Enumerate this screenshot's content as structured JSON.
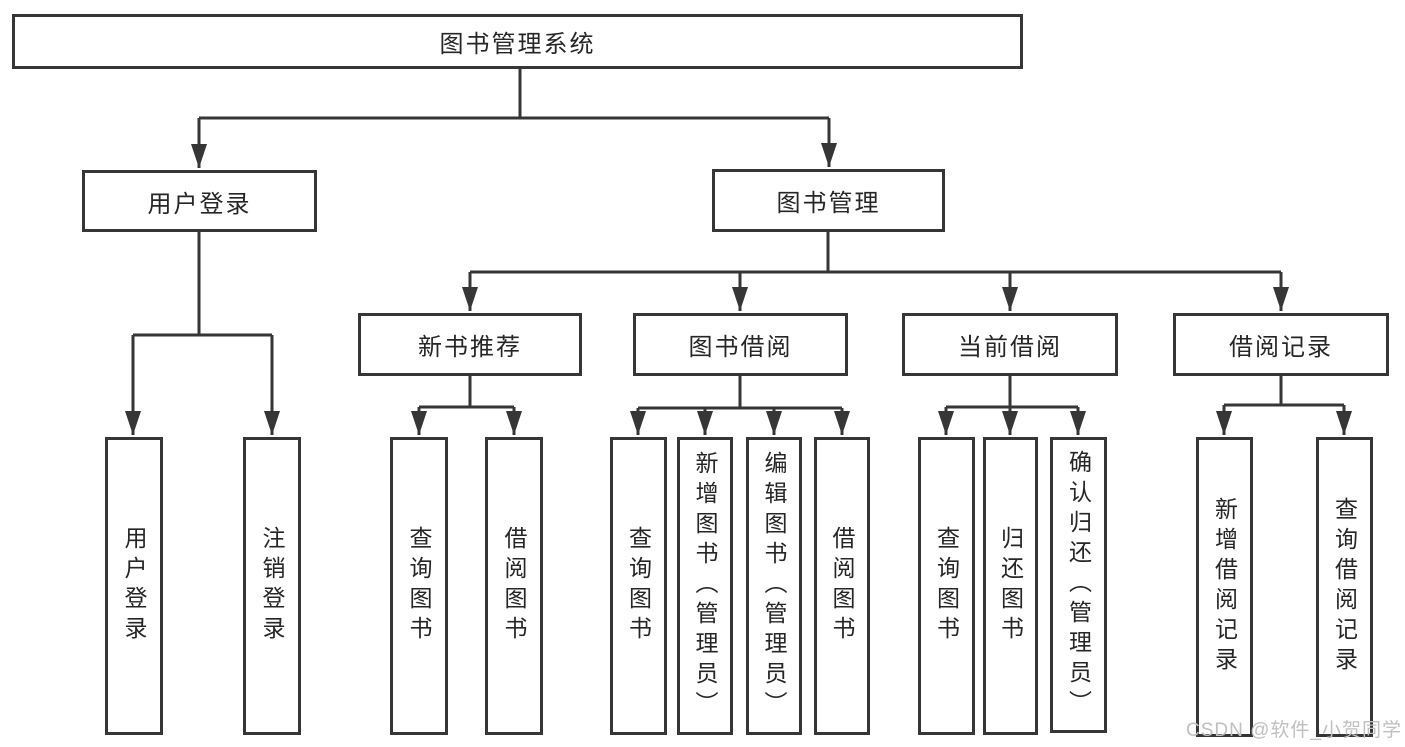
{
  "tree": {
    "label": "图书管理系统",
    "children": [
      {
        "label": "用户登录",
        "children": [
          {
            "label": "用户登录"
          },
          {
            "label": "注销登录"
          }
        ]
      },
      {
        "label": "图书管理",
        "children": [
          {
            "label": "新书推荐",
            "children": [
              {
                "label": "查询图书"
              },
              {
                "label": "借阅图书"
              }
            ]
          },
          {
            "label": "图书借阅",
            "children": [
              {
                "label": "查询图书"
              },
              {
                "label": "新增图书（管理员）"
              },
              {
                "label": "编辑图书（管理员）"
              },
              {
                "label": "借阅图书"
              }
            ]
          },
          {
            "label": "当前借阅",
            "children": [
              {
                "label": "查询图书"
              },
              {
                "label": "归还图书"
              },
              {
                "label": "确认归还（管理员）"
              }
            ]
          },
          {
            "label": "借阅记录",
            "children": [
              {
                "label": "新增借阅记录"
              },
              {
                "label": "查询借阅记录"
              }
            ]
          }
        ]
      }
    ]
  },
  "watermark": "CSDN @软件_小贺同学",
  "colors": {
    "line": "#363636",
    "box_border": "#363636",
    "text": "#262626",
    "watermark": "#c0c0c0",
    "background": "#ffffff"
  }
}
